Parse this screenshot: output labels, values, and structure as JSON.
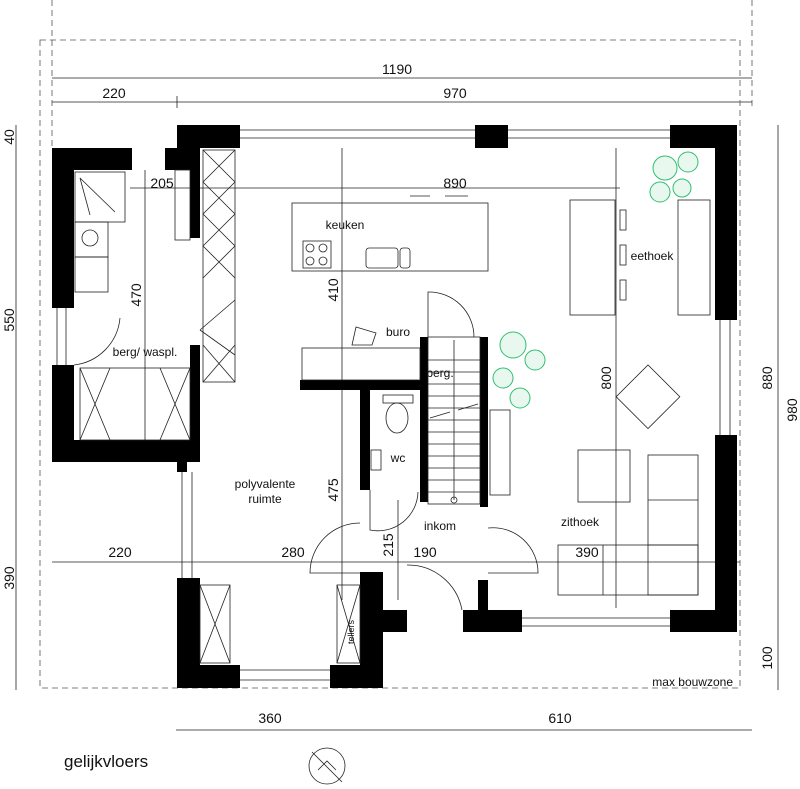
{
  "title": "gelijkvloers",
  "zone_label": "max bouwzone",
  "colors": {
    "walls": "#000000",
    "lines": "#222222",
    "plants": "#2fbf71"
  },
  "rooms": {
    "keuken": "keuken",
    "eethoek": "eethoek",
    "buro": "buro",
    "berg": "berg.",
    "berg_waspl": "berg/ waspl.",
    "wc": "wc",
    "polyvalente_1": "polyvalente",
    "polyvalente_2": "ruimte",
    "inkom": "inkom",
    "zithoek": "zithoek",
    "tellers": "tellers"
  },
  "dimensions": {
    "top_total": "1190",
    "top_left": "220",
    "top_right": "970",
    "left_40": "40",
    "left_550": "550",
    "left_390": "390",
    "right_880": "880",
    "right_980": "980",
    "right_100": "100",
    "bottom_360": "360",
    "bottom_610": "610",
    "inner_205": "205",
    "inner_890": "890",
    "inner_470": "470",
    "inner_410": "410",
    "inner_800": "800",
    "inner_475": "475",
    "inner_215": "215",
    "inner_190": "190",
    "inner_390": "390",
    "inner_280": "280",
    "inner_220": "220"
  },
  "icons": [
    "north-arrow-icon",
    "plant-icon",
    "stove-icon",
    "sink-icon",
    "toilet-icon",
    "shower-icon",
    "washing-machine-icon",
    "chair-icon",
    "sofa-icon",
    "armchair-icon",
    "dining-table-icon",
    "staircase-icon"
  ]
}
